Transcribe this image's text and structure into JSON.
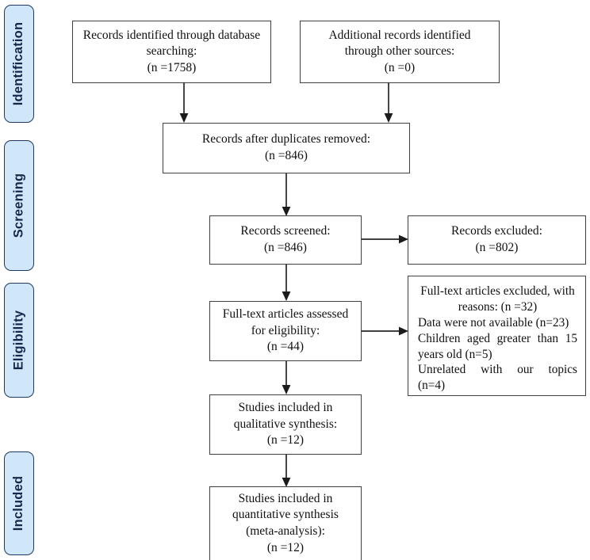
{
  "diagram": {
    "title": "PRISMA study selection flow diagram",
    "accent_tab_fill": "#cfe7f8",
    "accent_tab_border": "#1f3864",
    "box_border": "#3f3f3f",
    "connector_color": "#262626"
  },
  "stages": [
    {
      "key": "identification",
      "label": "Identification"
    },
    {
      "key": "screening",
      "label": "Screening"
    },
    {
      "key": "eligibility",
      "label": "Eligibility"
    },
    {
      "key": "included",
      "label": "Included"
    }
  ],
  "boxes": {
    "database_search": {
      "lines": [
        "Records identified through database",
        "searching:",
        "(n =1758)"
      ]
    },
    "other_sources": {
      "lines": [
        "Additional records identified",
        "through other sources:",
        "(n =0)"
      ]
    },
    "duplicates_removed": {
      "lines": [
        "Records after duplicates removed:",
        "(n =846)"
      ]
    },
    "records_screened": {
      "lines": [
        "Records screened:",
        "(n =846)"
      ]
    },
    "records_excluded": {
      "lines": [
        "Records excluded:",
        "(n =802)"
      ]
    },
    "fulltext_assessed": {
      "lines": [
        "Full-text articles assessed",
        "for eligibility:",
        "(n =44)"
      ]
    },
    "fulltext_excluded": {
      "heading": "Full-text articles excluded, with",
      "heading2": "reasons: (n =32)",
      "reasons": [
        "Data were not available (n=23)",
        "Children aged greater than 15",
        "years old (n=5)",
        "Unrelated with our topics",
        "(n=4)"
      ]
    },
    "qualitative_synthesis": {
      "lines": [
        "Studies included in",
        "qualitative synthesis:",
        "(n =12)"
      ]
    },
    "quantitative_synthesis": {
      "lines": [
        "Studies included in",
        "quantitative synthesis",
        "(meta-analysis):",
        "(n =12)"
      ]
    }
  }
}
